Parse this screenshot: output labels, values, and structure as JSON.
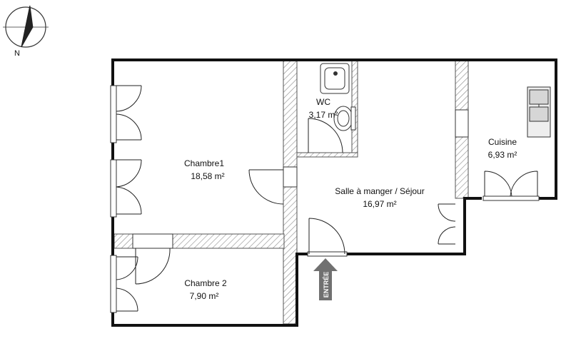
{
  "compass": {
    "north_label": "N"
  },
  "rooms": {
    "chambre1": {
      "name": "Chambre1",
      "area": "18,58 m²"
    },
    "chambre2": {
      "name": "Chambre 2",
      "area": "7,90 m²"
    },
    "wc": {
      "name": "WC",
      "area": "3,17 m²"
    },
    "sejour": {
      "name": "Salle à manger / Séjour",
      "area": "16,97 m²"
    },
    "cuisine": {
      "name": "Cuisine",
      "area": "6,93 m²"
    }
  },
  "entry": {
    "label": "ENTRÉE"
  },
  "colors": {
    "wall": "#111111",
    "hatch": "#888888",
    "arrow": "#707070"
  }
}
